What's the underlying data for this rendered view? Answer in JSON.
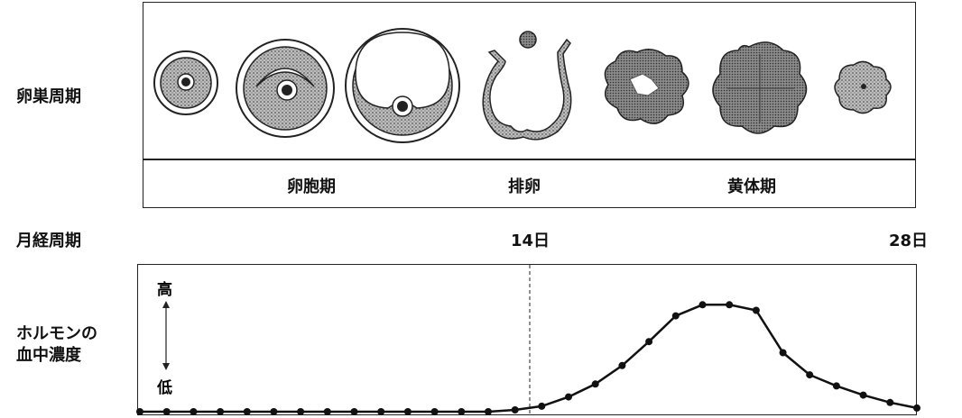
{
  "labels": {
    "ovary_cycle": "卵巣周期",
    "menstrual_cycle": "月経周期",
    "hormone_line1": "ホルモンの",
    "hormone_line2": "血中濃度"
  },
  "phases": {
    "follicular": "卵胞期",
    "ovulation": "排卵",
    "luteal": "黄体期"
  },
  "days": {
    "day14": "14日",
    "day28": "28日"
  },
  "graph": {
    "high": "高",
    "low": "低"
  },
  "chart_data": {
    "type": "line",
    "x": [
      0,
      1,
      2,
      3,
      4,
      5,
      6,
      7,
      8,
      9,
      10,
      11,
      12,
      13,
      14,
      15,
      16,
      17,
      18,
      19,
      20,
      21,
      22,
      23,
      24,
      25,
      26,
      27,
      28,
      29
    ],
    "values": [
      0,
      0,
      0,
      0,
      0,
      0,
      0,
      0,
      0,
      0,
      0,
      0,
      0,
      0,
      1,
      3,
      8,
      15,
      25,
      38,
      52,
      58,
      58,
      55,
      32,
      20,
      14,
      9,
      5,
      2
    ],
    "ylim": [
      0,
      65
    ],
    "marker_day": "14日"
  }
}
